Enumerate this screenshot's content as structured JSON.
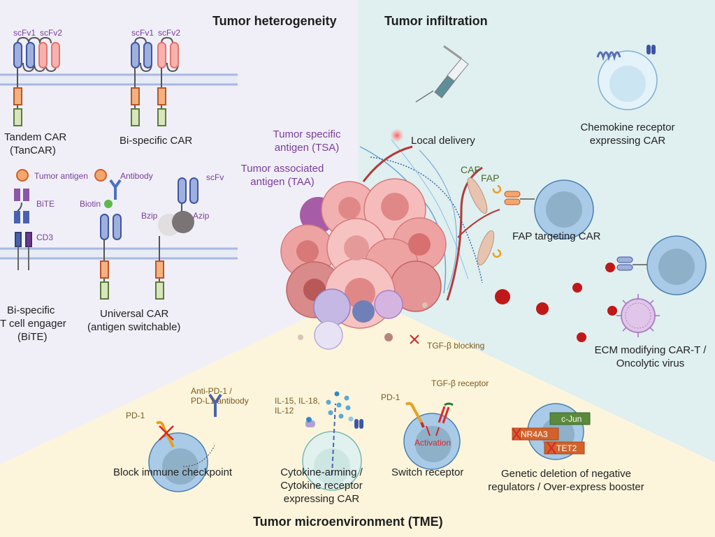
{
  "sections": {
    "heterogeneity": "Tumor heterogeneity",
    "infiltration": "Tumor infiltration",
    "tme": "Tumor microenvironment (TME)"
  },
  "heterogeneity": {
    "tandem_car": {
      "scfv1": "scFv1",
      "scfv2": "scFv2",
      "label1": "Tandem CAR",
      "label2": "(TanCAR)"
    },
    "bispecific_car": {
      "scfv1": "scFv1",
      "scfv2": "scFv2",
      "label": "Bi-specific CAR"
    },
    "bite": {
      "tumor_antigen": "Tumor antigen",
      "bite": "BiTE",
      "cd3": "CD3",
      "label1": "Bi-specific",
      "label2": "T cell engager",
      "label3": "(BiTE)"
    },
    "universal_car": {
      "antibody": "Antibody",
      "biotin": "Biotin",
      "bzip": "Bzip",
      "azip": "Azip",
      "scfv": "scFv",
      "label1": "Universal CAR",
      "label2": "(antigen switchable)"
    }
  },
  "tumor": {
    "tsa1": "Tumor specific",
    "tsa2": "antigen (TSA)",
    "taa1": "Tumor associated",
    "taa2": "antigen (TAA)"
  },
  "infiltration": {
    "local_delivery": "Local delivery",
    "chemokine1": "Chemokine receptor",
    "chemokine2": "expressing CAR",
    "caf": "CAF",
    "fap": "FAP",
    "fap_car": "FAP targeting CAR",
    "ecm1": "ECM modifying CAR-T /",
    "ecm2": "Oncolytic virus"
  },
  "tme": {
    "tgf_blocking": "TGF-β blocking",
    "checkpoint": {
      "pd1": "PD-1",
      "antibody1": "Anti-PD-1 /",
      "antibody2": "PD-L1 antibody",
      "label": "Block immune checkpoint"
    },
    "cytokine": {
      "il1": "IL-15, IL-18,",
      "il2": "IL-12",
      "label1": "Cytokine-arming /",
      "label2": "Cytokine receptor",
      "label3": "expressing CAR"
    },
    "switch": {
      "pd1": "PD-1",
      "tgf_receptor": "TGF-β receptor",
      "activation": "Activation",
      "label": "Switch receptor"
    },
    "genetic": {
      "cjun": "c-Jun",
      "nr4a3": "NR4A3",
      "tet2": "TET2",
      "label1": "Genetic deletion of negative",
      "label2": "regulators / Over-express booster"
    }
  },
  "colors": {
    "bg_heterogeneity": "#f0eff8",
    "bg_infiltration": "#e0efef",
    "bg_tme": "#fcf5dc",
    "scfv_blue": "#9fb0dc",
    "scfv_pink": "#f6b3ae",
    "hinge_orange": "#f4b27f",
    "signal_green": "#d7e6bd",
    "label_purple": "#7a3d9a",
    "label_olive": "#7a5a1e",
    "tumor_pink": "#eea3a3",
    "tcell_blue": "#a9cbe8",
    "ecm_red": "#c01818"
  }
}
